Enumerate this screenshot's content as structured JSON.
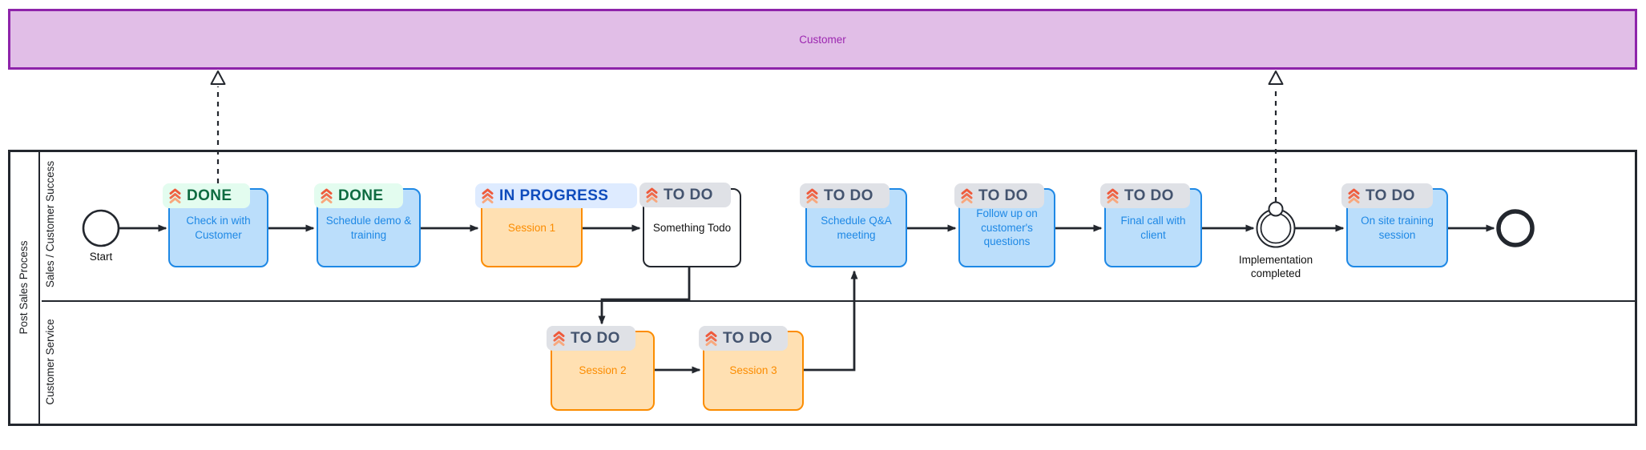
{
  "customer_pool": {
    "label": "Customer"
  },
  "main_pool": {
    "label": "Post Sales Process",
    "lanes": [
      {
        "label": "Sales / Customer Success"
      },
      {
        "label": "Customer Service"
      }
    ]
  },
  "statuses": {
    "done": "DONE",
    "in_progress": "IN PROGRESS",
    "todo": "TO DO"
  },
  "events": {
    "start": {
      "label": "Start"
    },
    "intermediate": {
      "label": "Implementation completed"
    },
    "end": {
      "label": ""
    }
  },
  "tasks": [
    {
      "id": "check-in-with-customer",
      "label": "Check in with Customer",
      "status": "DONE",
      "color": "blue",
      "lane": "Sales / Customer Success"
    },
    {
      "id": "schedule-demo-training",
      "label": "Schedule demo & training",
      "status": "DONE",
      "color": "blue",
      "lane": "Sales / Customer Success"
    },
    {
      "id": "session-1",
      "label": "Session 1",
      "status": "IN PROGRESS",
      "color": "orange",
      "lane": "Sales / Customer Success"
    },
    {
      "id": "something-todo",
      "label": "Something Todo",
      "status": "TO DO",
      "color": "white",
      "lane": "Sales / Customer Success"
    },
    {
      "id": "schedule-qa-meeting",
      "label": "Schedule Q&A meeting",
      "status": "TO DO",
      "color": "blue",
      "lane": "Sales / Customer Success"
    },
    {
      "id": "follow-up-questions",
      "label": "Follow up on customer's questions",
      "status": "TO DO",
      "color": "blue",
      "lane": "Sales / Customer Success"
    },
    {
      "id": "final-call-with-client",
      "label": "Final call with client",
      "status": "TO DO",
      "color": "blue",
      "lane": "Sales / Customer Success"
    },
    {
      "id": "on-site-training",
      "label": "On site training session",
      "status": "TO DO",
      "color": "blue",
      "lane": "Sales / Customer Success"
    },
    {
      "id": "session-2",
      "label": "Session 2",
      "status": "TO DO",
      "color": "orange",
      "lane": "Customer Service"
    },
    {
      "id": "session-3",
      "label": "Session 3",
      "status": "TO DO",
      "color": "orange",
      "lane": "Customer Service"
    }
  ],
  "icons": {
    "status_icon": "triple-chevron-up-icon"
  },
  "colors": {
    "task_blue_fill": "#BBDEFB",
    "task_blue_stroke": "#1E88E5",
    "task_orange_fill": "#FFE0B2",
    "task_orange_stroke": "#FB8C00",
    "pool_purple_fill": "#E1BEE7",
    "pool_purple_stroke": "#8E24AA",
    "badge_done_bg": "#E3FCEF",
    "badge_done_text": "#0E6B41",
    "badge_in_progress_bg": "#DEEBFF",
    "badge_in_progress_text": "#0F4CBC",
    "badge_todo_bg": "#DFE1E6",
    "badge_todo_text": "#44546F",
    "chevron_top": "#EE5A3C",
    "chevron_mid": "#EF6A4B",
    "chevron_bottom": "#F8A87E",
    "line": "#23272E"
  }
}
